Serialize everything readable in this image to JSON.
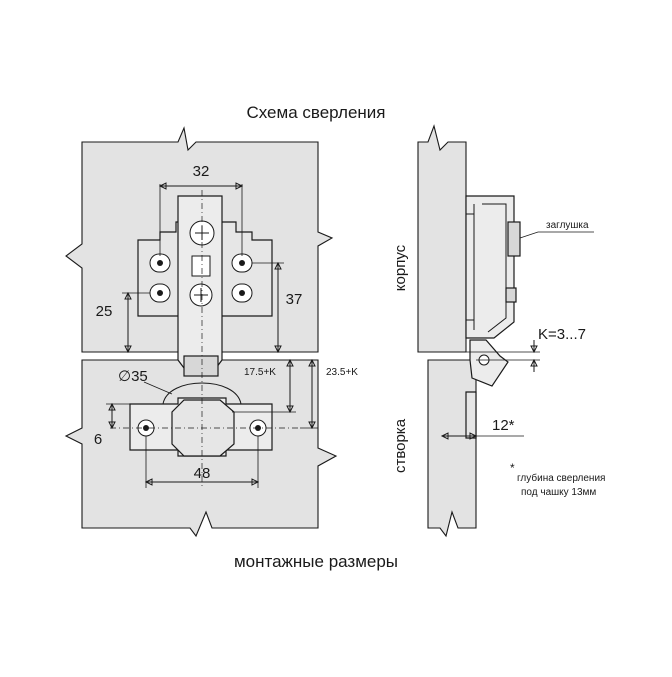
{
  "titles": {
    "drilling_scheme": "Схема сверления",
    "mounting_dims": "монтажные размеры"
  },
  "front_view": {
    "dim_32": "32",
    "dim_25": "25",
    "dim_37": "37",
    "dim_d35": "∅35",
    "dim_17_5k": "17.5+K",
    "dim_23_5k": "23.5+K",
    "dim_6": "6",
    "dim_48": "48"
  },
  "side_view": {
    "label_body": "корпус",
    "label_door": "створка",
    "label_plug": "заглушка",
    "dim_k": "K=3...7",
    "dim_12": "12*",
    "note_line1": "глубина сверления",
    "note_line2": "под чашку 13мм",
    "note_star": "*"
  },
  "colors": {
    "ink": "#1a1a1a",
    "panel_fill": "#e3e3e3",
    "metal_fill": "#ececec"
  }
}
